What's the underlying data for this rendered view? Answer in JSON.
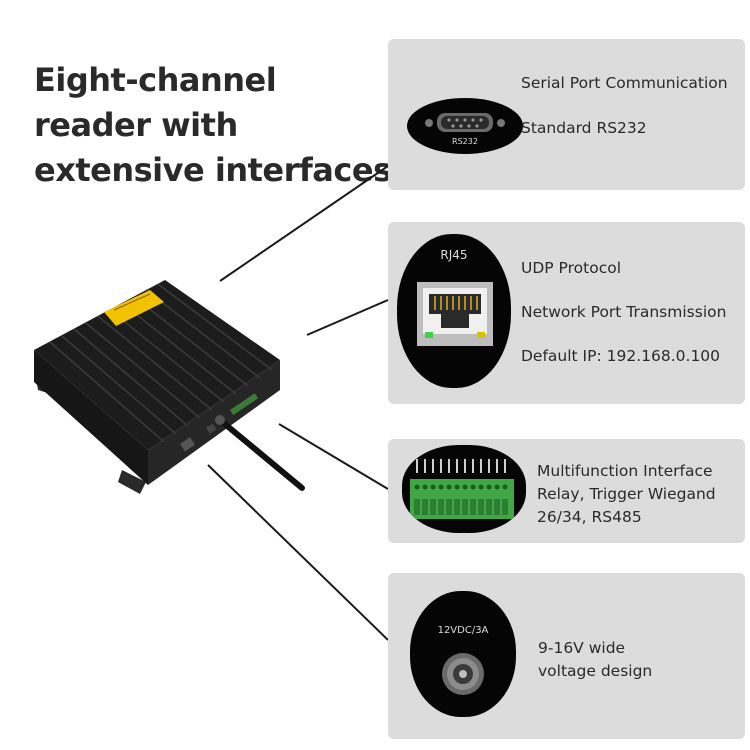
{
  "headline": "Eight-channel reader with extensive interfaces",
  "panels": {
    "serial": {
      "line1": "Serial Port Communication",
      "line2": "Standard RS232",
      "port_label": "RS232",
      "icon": "db9-serial-port-icon"
    },
    "network": {
      "port_label": "RJ45",
      "line1": "UDP Protocol",
      "line2": "Network Port Transmission",
      "line3": "Default IP: 192.168.0.100",
      "icon": "rj45-port-icon"
    },
    "terminal": {
      "line1": "Multifunction Interface",
      "line2": "Relay, Trigger Wiegand",
      "line3": "26/34, RS485",
      "icon": "terminal-block-icon"
    },
    "power": {
      "port_label": "12VDC/3A",
      "line1": "9-16V wide",
      "line2": "voltage design",
      "icon": "dc-power-jack-icon"
    }
  },
  "colors": {
    "panel_bg": "#dcdcdc",
    "device_body": "#1f1f1f",
    "warning_label": "#f2c200",
    "terminal_green": "#3fa845",
    "connector_line": "#1a1a1a"
  }
}
